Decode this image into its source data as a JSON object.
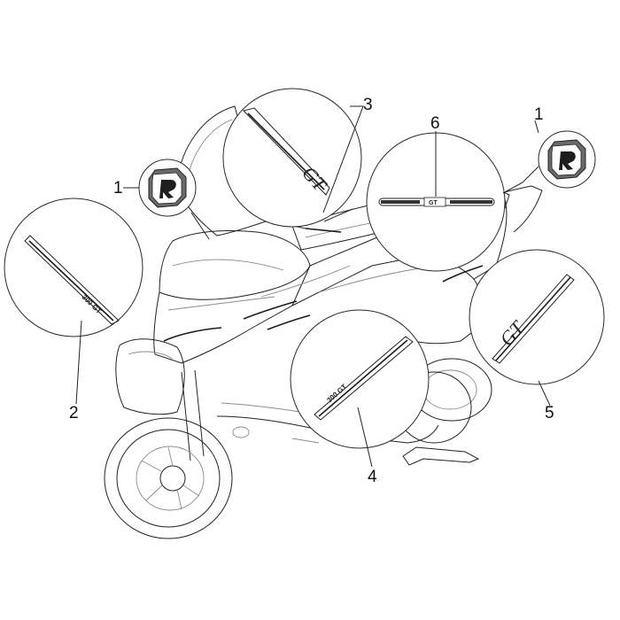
{
  "diagram": {
    "callouts": [
      {
        "id": "c1-left",
        "text": "1"
      },
      {
        "id": "c1-right",
        "text": "1"
      },
      {
        "id": "c2",
        "text": "2"
      },
      {
        "id": "c3",
        "text": "3"
      },
      {
        "id": "c4",
        "text": "4"
      },
      {
        "id": "c5",
        "text": "5"
      },
      {
        "id": "c6",
        "text": "6"
      }
    ]
  },
  "colors": {
    "line": "#222222",
    "shade": "#8a8a8a",
    "badge_fill": "#555555",
    "background": "#ffffff"
  }
}
